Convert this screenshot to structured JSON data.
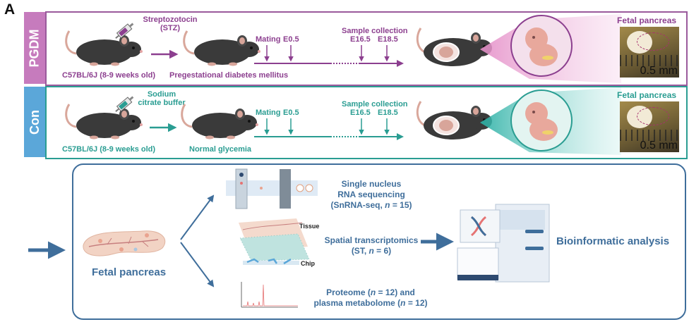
{
  "panel_label": "A",
  "rows": {
    "pgdm": {
      "side_label": "PGDM",
      "injection": "Streptozotocin (STZ)",
      "strain": "C57BL/6J (8-9 weeks old)",
      "condition": "Pregestational diabetes mellitus",
      "mating": "Mating",
      "e05": "E0.5",
      "sample_collection": "Sample collection",
      "e165": "E16.5",
      "e185": "E18.5",
      "tissue": "Fetal pancreas",
      "scale": "0.5 mm",
      "color": "#8c3f8f"
    },
    "con": {
      "side_label": "Con",
      "injection": "Sodium citrate buffer",
      "strain": "C57BL/6J (8-9 weeks old)",
      "condition": "Normal glycemia",
      "mating": "Mating",
      "e05": "E0.5",
      "sample_collection": "Sample collection",
      "e165": "E16.5",
      "e185": "E18.5",
      "tissue": "Fetal pancreas",
      "scale": "0.5 mm",
      "color": "#2a9d92"
    }
  },
  "workflow": {
    "input": "Fetal pancreas",
    "tissue_label": "Tissue",
    "chip_label": "Chip",
    "snrna": {
      "line1": "Single nucleus",
      "line2": "RNA sequencing",
      "line3_pre": "(SnRNA-seq, ",
      "n": "n",
      "line3_post": " = 15)"
    },
    "st": {
      "line1": "Spatial transcriptomics",
      "line2_pre": "(ST, ",
      "n": "n",
      "line2_post": " = 6)"
    },
    "omics": {
      "line1_pre": "Proteome (",
      "n1": "n",
      "line1_post": " = 12) and",
      "line2_pre": "plasma metabolome (",
      "n2": "n",
      "line2_post": " = 12)"
    },
    "output": "Bioinformatic analysis",
    "color": "#3f6e9b"
  }
}
